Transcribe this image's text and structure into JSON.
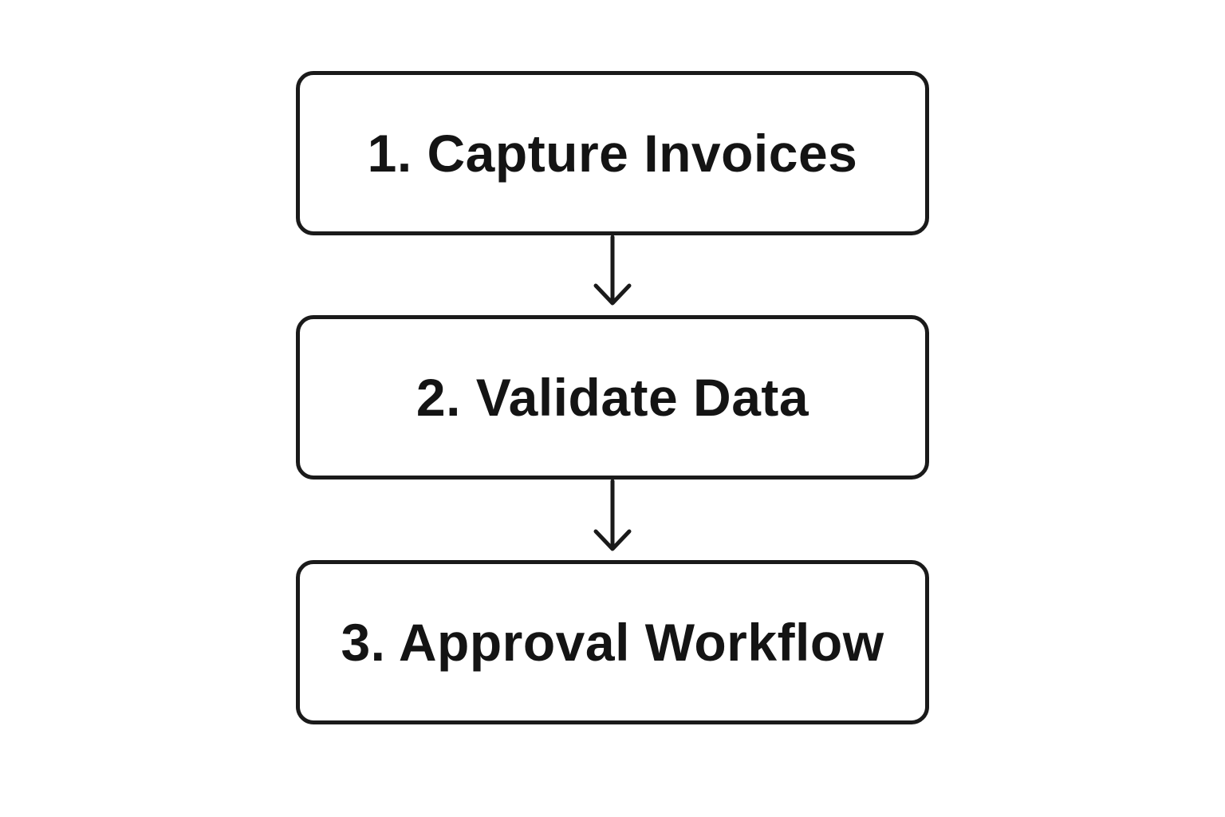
{
  "diagram": {
    "type": "vertical-flowchart",
    "colors": {
      "stroke": "#1a1a1a",
      "text": "#141414",
      "background": "#ffffff"
    },
    "steps": [
      {
        "label": "1. Capture Invoices"
      },
      {
        "label": "2. Validate Data"
      },
      {
        "label": "3. Approval Workflow"
      }
    ],
    "connections": [
      {
        "from": 0,
        "to": 1
      },
      {
        "from": 1,
        "to": 2
      }
    ]
  }
}
